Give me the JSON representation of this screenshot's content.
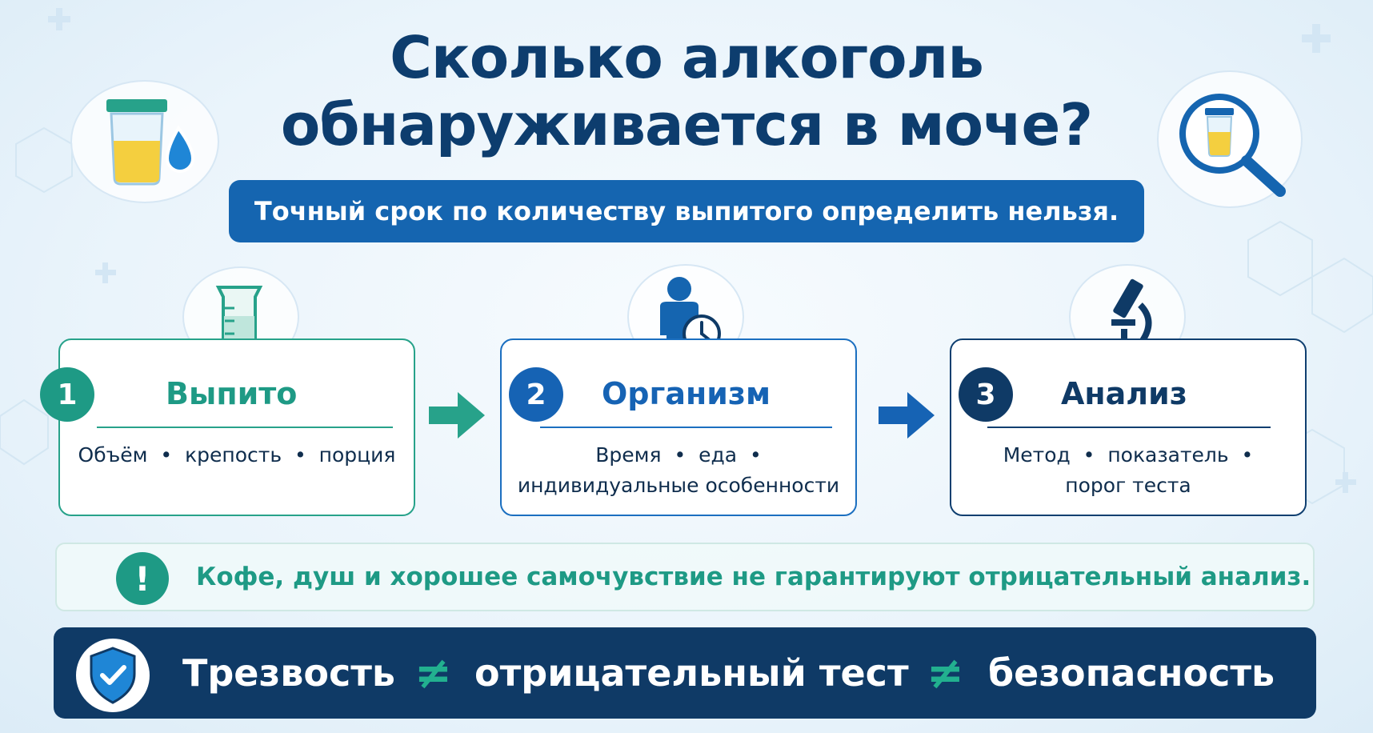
{
  "title": {
    "line1": "Сколько алкоголь",
    "line2": "обнаруживается в моче?"
  },
  "subtitle": "Точный срок по количеству выпитого определить нельзя.",
  "steps": [
    {
      "number": "1",
      "title": "Выпито",
      "text_line1": "Объём  •  крепость  •  порция",
      "text_line2": "",
      "icon": "beaker-icon",
      "color": "#1e9a85"
    },
    {
      "number": "2",
      "title": "Организм",
      "text_line1": "Время  •  еда  •",
      "text_line2": "индивидуальные особенности",
      "icon": "person-clock-icon",
      "color": "#1663b4"
    },
    {
      "number": "3",
      "title": "Анализ",
      "text_line1": "Метод  •  показатель  •",
      "text_line2": "порог теста",
      "icon": "microscope-icon",
      "color": "#0f3a66"
    }
  ],
  "warning": {
    "icon_glyph": "!",
    "text": "Кофе, душ и хорошее самочувствие не гарантируют отрицательный анализ."
  },
  "bottom": {
    "part1": "Трезвость",
    "part2": "отрицательный тест",
    "part3": "безопасность",
    "separator": "≠"
  },
  "colors": {
    "primary_blue": "#1565b0",
    "navy": "#0f3a66",
    "teal": "#1e9a85"
  }
}
